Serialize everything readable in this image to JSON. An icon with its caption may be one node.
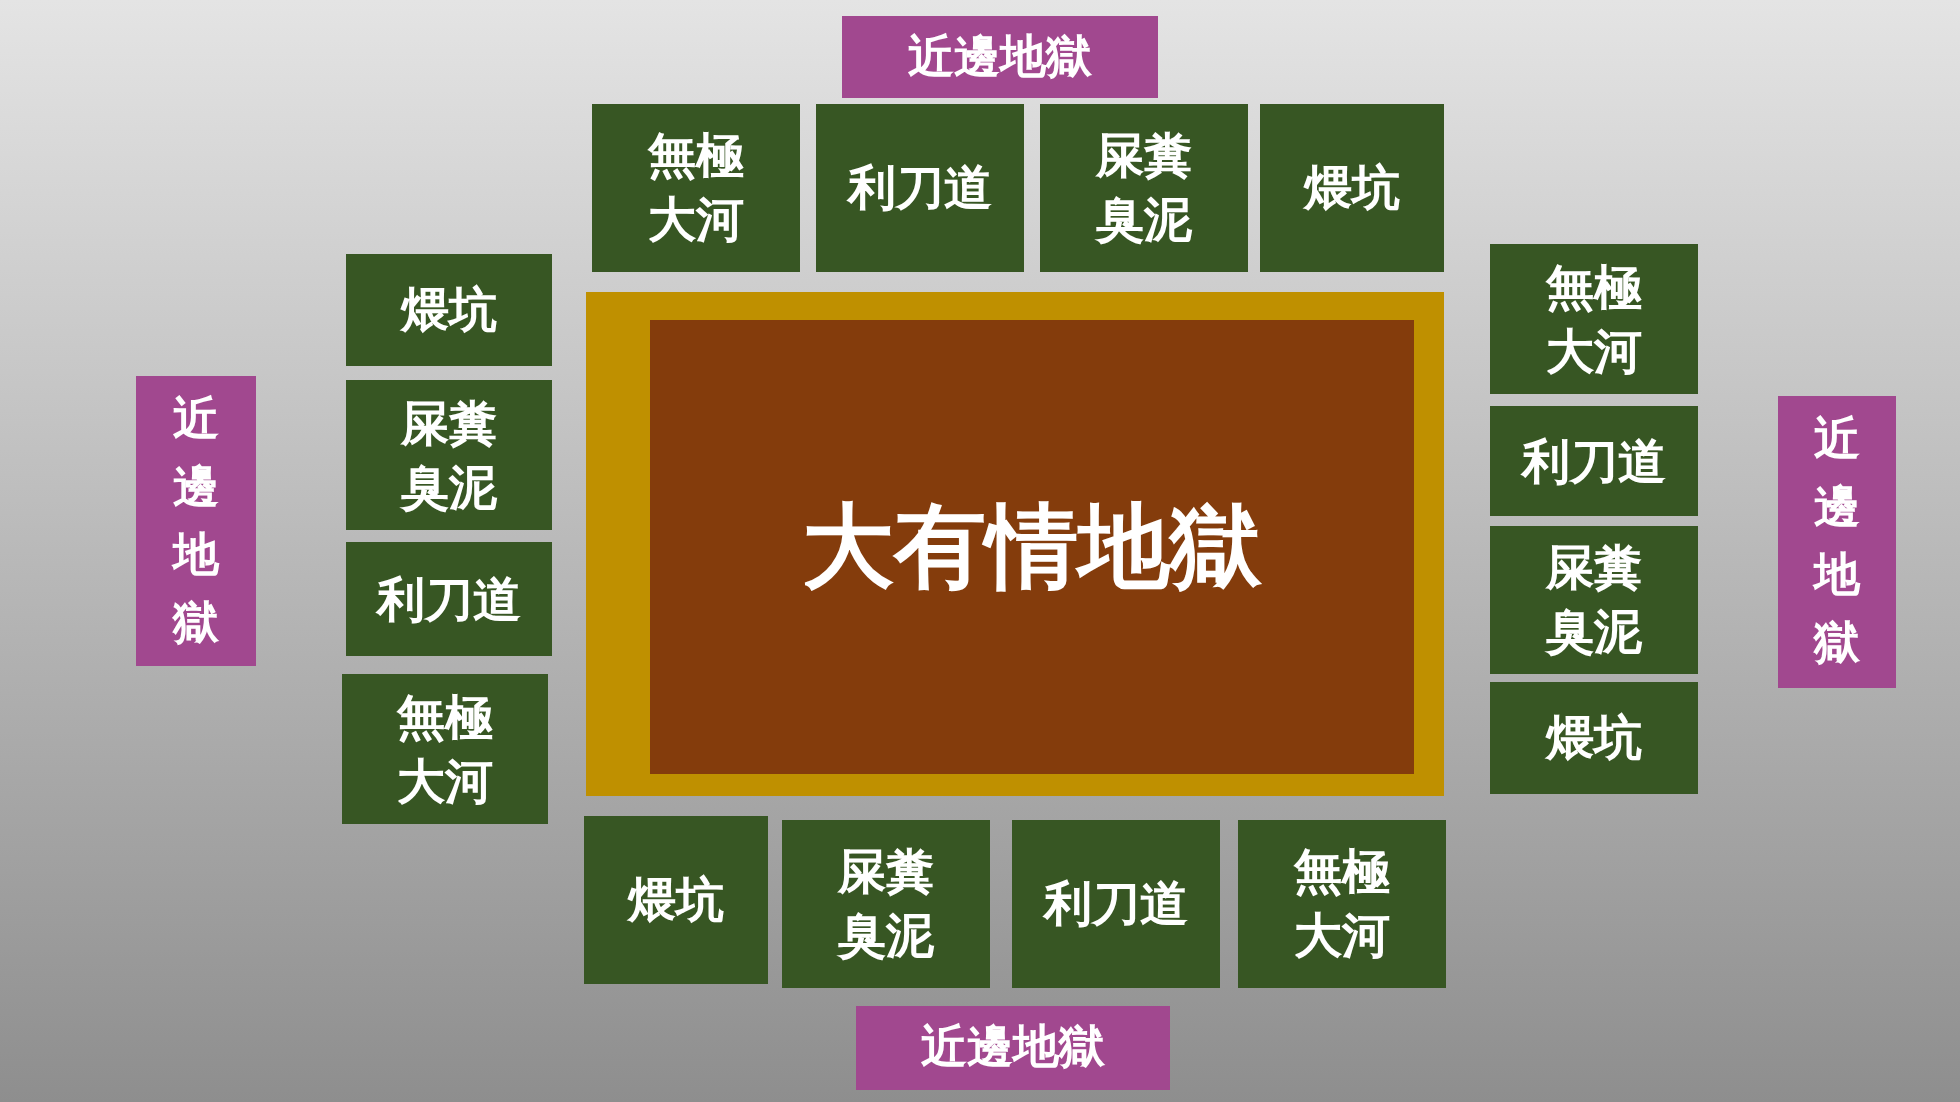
{
  "diagram": {
    "nodes": [
      {
        "text": [
          "近邊地獄"
        ]
      },
      {
        "text": [
          "無極大河"
        ]
      },
      {
        "text": [
          "利刀道"
        ]
      },
      {
        "text": [
          "屎糞臭泥"
        ]
      },
      {
        "text": [
          "煨坑"
        ]
      },
      {
        "text": [
          "近邊地獄"
        ]
      },
      {
        "text": [
          "煨坑"
        ]
      },
      {
        "text": [
          "屎糞臭泥"
        ]
      },
      {
        "text": [
          "利刀道"
        ]
      },
      {
        "text": [
          "無極大河"
        ]
      },
      {
        "text": [
          "大有情地獄"
        ]
      },
      {
        "text": [
          "無極大河"
        ]
      },
      {
        "text": [
          "利刀道"
        ]
      },
      {
        "text": [
          "屎糞臭泥"
        ]
      },
      {
        "text": [
          "煨坑"
        ]
      },
      {
        "text": [
          "近邊地獄"
        ]
      },
      {
        "text": [
          "煨坑"
        ]
      },
      {
        "text": [
          "屎糞臭泥"
        ]
      },
      {
        "text": [
          "利刀道"
        ]
      },
      {
        "text": [
          "無極大河"
        ]
      },
      {
        "text": [
          "近邊地獄"
        ]
      }
    ]
  }
}
